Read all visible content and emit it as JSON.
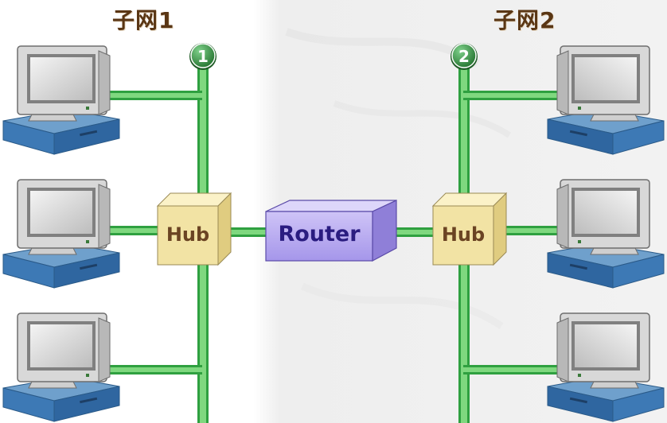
{
  "subnets": [
    {
      "title": "子网1",
      "marker": "1",
      "hub_label": "Hub"
    },
    {
      "title": "子网2",
      "marker": "2",
      "hub_label": "Hub"
    }
  ],
  "router": {
    "label": "Router"
  },
  "colors": {
    "cable": "#7fd87f",
    "cable_border": "#2fa040",
    "marker": "#2e8a36",
    "hub_front": "#f2e3a4",
    "router_front": "#b9a8f0",
    "title": "#5a3614",
    "label_text": "#6b4423",
    "router_text": "#2a1c80"
  }
}
